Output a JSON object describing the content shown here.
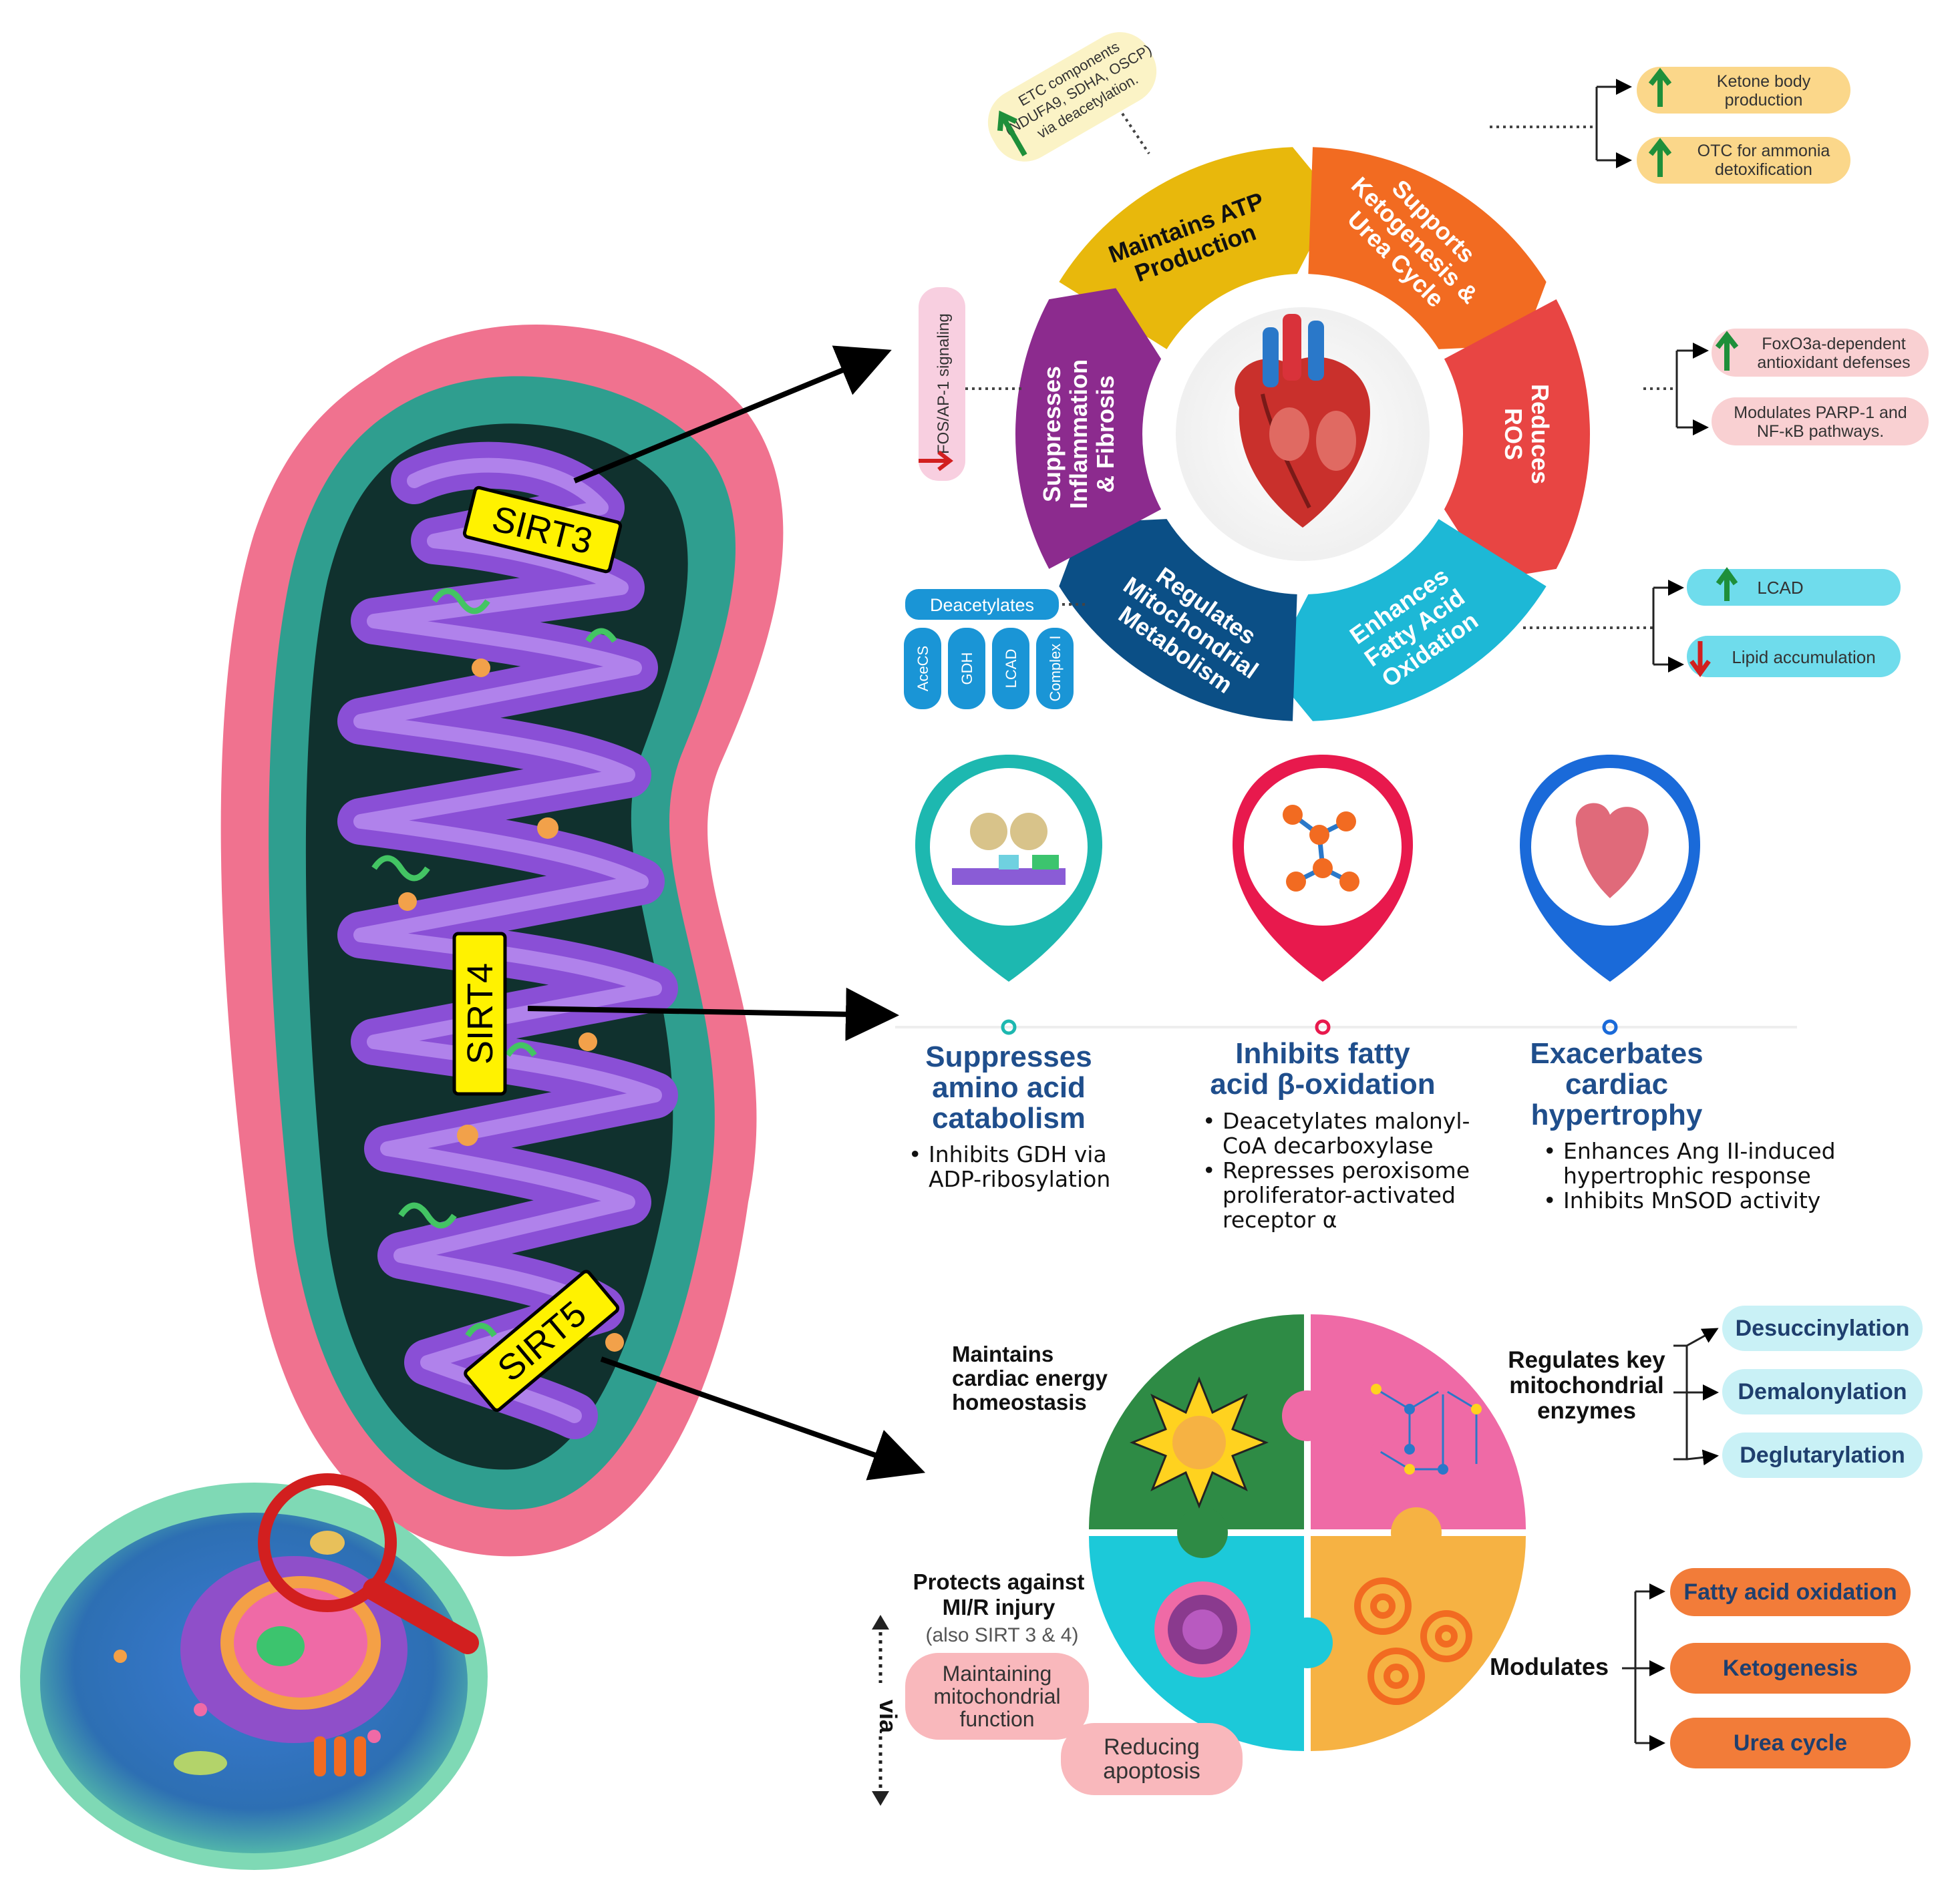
{
  "sirt_labels": {
    "sirt3": "SIRT3",
    "sirt4": "SIRT4",
    "sirt5": "SIRT5"
  },
  "sirt3_wheel": {
    "segments": {
      "atp": [
        "Maintains ATP",
        "Production"
      ],
      "keto": [
        "Supports",
        "Ketogenesis &",
        "Urea Cycle"
      ],
      "ros": [
        "Reduces",
        "ROS"
      ],
      "fao": [
        "Enhances",
        "Fatty Acid",
        "Oxidation"
      ],
      "metab": [
        "Regulates",
        "Mitochondrial",
        "Metabolism"
      ],
      "inflam": [
        "Suppresses",
        "Inflammation",
        "& Fibrosis"
      ]
    },
    "etc_note": [
      "ETC components",
      "(NDUFA9, SDHA, OSCP)",
      "via deacetylation."
    ],
    "ketone_body": [
      "Ketone body",
      "production"
    ],
    "otc": [
      "OTC for ammonia",
      "detoxification"
    ],
    "foxo3a": [
      "FoxO3a-dependent",
      "antioxidant defenses"
    ],
    "parp": [
      "Modulates PARP-1 and",
      "NF-κB pathways."
    ],
    "lcad": "LCAD",
    "lipid": "Lipid accumulation",
    "fos": "FOS/AP-1 signaling",
    "deacetylates": "Deacetylates",
    "targets": [
      "AceCS",
      "GDH",
      "LCAD",
      "Complex I"
    ],
    "colors": {
      "atp": "#e8b80c",
      "keto": "#f26b21",
      "ros": "#e84543",
      "fao": "#1db8d6",
      "metab": "#0b4f86",
      "inflam": "#8c2b8e"
    }
  },
  "sirt4_panel": {
    "col1": {
      "title": [
        "Suppresses",
        "amino acid",
        "catabolism"
      ],
      "bullets": [
        [
          "Inhibits GDH via",
          "ADP-ribosylation"
        ]
      ]
    },
    "col2": {
      "title": [
        "Inhibits fatty",
        "acid β-oxidation"
      ],
      "bullets": [
        [
          "Deacetylates malonyl-",
          "CoA decarboxylase"
        ],
        [
          "Represses peroxisome",
          "proliferator-activated",
          "receptor α"
        ]
      ]
    },
    "col3": {
      "title": [
        "Exacerbates",
        "cardiac",
        "hypertrophy"
      ],
      "bullets": [
        [
          "Enhances Ang II-induced",
          "hypertrophic response"
        ],
        [
          "Inhibits MnSOD activity"
        ]
      ]
    }
  },
  "sirt5_panel": {
    "energy": [
      "Maintains",
      "cardiac energy",
      "homeostasis"
    ],
    "enzymes": [
      "Regulates key",
      "mitochondrial",
      "enzymes"
    ],
    "desucc": "Desuccinylation",
    "demalon": "Demalonylation",
    "deglut": "Deglutarylation",
    "protects": [
      "Protects against",
      "MI/R injury"
    ],
    "also": "(also SIRT 3 & 4)",
    "via": "via",
    "maintaining": [
      "Maintaining",
      "mitochondrial",
      "function"
    ],
    "reducing": [
      "Reducing",
      "apoptosis"
    ],
    "modulates": "Modulates",
    "fao": "Fatty acid oxidation",
    "keto": "Ketogenesis",
    "urea": "Urea cycle"
  }
}
